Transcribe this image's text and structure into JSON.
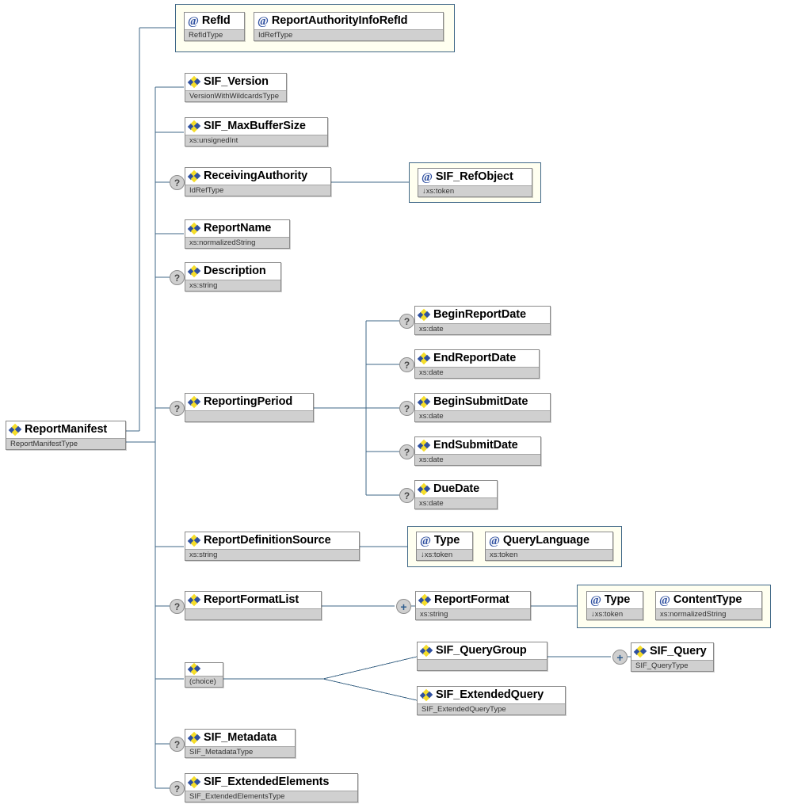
{
  "diagram": {
    "title": "ReportManifest",
    "kind": "xsd-element-tree",
    "colors": {
      "line": "#3f6787",
      "node_border": "#8a8a8a",
      "type_bar": "#d0d0d0",
      "attr_panel_bg": "#fffff0",
      "attr_panel_border": "#3f6787",
      "icon_blue": "#2f50a0",
      "icon_yellow": "#f5dd29",
      "occurrence_bg": "#cfcfcf"
    },
    "root": {
      "name": "ReportManifest",
      "type": "ReportManifestType",
      "icon": "element-icon",
      "optional": false
    },
    "attribute_groups": [
      {
        "id": "root-attrs",
        "attributes": [
          {
            "name": "RefId",
            "type": "RefIdType",
            "icon": "attribute-icon"
          },
          {
            "name": "ReportAuthorityInfoRefId",
            "type": "IdRefType",
            "icon": "attribute-icon"
          }
        ]
      },
      {
        "id": "receivingauthority-attrs",
        "attributes": [
          {
            "name": "SIF_RefObject",
            "type": "↓xs:token",
            "icon": "attribute-icon"
          }
        ]
      },
      {
        "id": "reportdefinitionsource-attrs",
        "attributes": [
          {
            "name": "Type",
            "type": "↓xs:token",
            "icon": "attribute-icon"
          },
          {
            "name": "QueryLanguage",
            "type": "xs:token",
            "icon": "attribute-icon"
          }
        ]
      },
      {
        "id": "reportformat-attrs",
        "attributes": [
          {
            "name": "Type",
            "type": "↓xs:token",
            "icon": "attribute-icon"
          },
          {
            "name": "ContentType",
            "type": "xs:normalizedString",
            "icon": "attribute-icon"
          }
        ]
      }
    ],
    "elements": [
      {
        "id": "sif_version",
        "name": "SIF_Version",
        "type": "VersionWithWildcardsType",
        "occurrence": "",
        "icon": "element-icon"
      },
      {
        "id": "sif_maxbuffersize",
        "name": "SIF_MaxBufferSize",
        "type": "xs:unsignedInt",
        "occurrence": "",
        "icon": "element-icon"
      },
      {
        "id": "receivingauthority",
        "name": "ReceivingAuthority",
        "type": "IdRefType",
        "occurrence": "?",
        "icon": "element-icon"
      },
      {
        "id": "reportname",
        "name": "ReportName",
        "type": "xs:normalizedString",
        "occurrence": "",
        "icon": "element-icon"
      },
      {
        "id": "description",
        "name": "Description",
        "type": "xs:string",
        "occurrence": "?",
        "icon": "element-icon"
      },
      {
        "id": "reportingperiod",
        "name": "ReportingPeriod",
        "type": "",
        "occurrence": "?",
        "icon": "element-icon"
      },
      {
        "id": "beginreportdate",
        "name": "BeginReportDate",
        "type": "xs:date",
        "occurrence": "?",
        "icon": "element-icon"
      },
      {
        "id": "endreportdate",
        "name": "EndReportDate",
        "type": "xs:date",
        "occurrence": "?",
        "icon": "element-icon"
      },
      {
        "id": "beginsubmitdate",
        "name": "BeginSubmitDate",
        "type": "xs:date",
        "occurrence": "?",
        "icon": "element-icon"
      },
      {
        "id": "endsubmitdate",
        "name": "EndSubmitDate",
        "type": "xs:date",
        "occurrence": "?",
        "icon": "element-icon"
      },
      {
        "id": "duedate",
        "name": "DueDate",
        "type": "xs:date",
        "occurrence": "?",
        "icon": "element-icon"
      },
      {
        "id": "reportdefinitionsource",
        "name": "ReportDefinitionSource",
        "type": "xs:string",
        "occurrence": "",
        "icon": "element-icon"
      },
      {
        "id": "reportformatlist",
        "name": "ReportFormatList",
        "type": "",
        "occurrence": "?",
        "icon": "element-icon"
      },
      {
        "id": "reportformat",
        "name": "ReportFormat",
        "type": "xs:string",
        "occurrence": "+",
        "icon": "element-icon"
      },
      {
        "id": "choice",
        "name": "",
        "type": "(choice)",
        "occurrence": "",
        "icon": "element-icon"
      },
      {
        "id": "sif_querygroup",
        "name": "SIF_QueryGroup",
        "type": "",
        "occurrence": "",
        "icon": "element-icon"
      },
      {
        "id": "sif_query",
        "name": "SIF_Query",
        "type": "SIF_QueryType",
        "occurrence": "+",
        "icon": "element-icon"
      },
      {
        "id": "sif_extendedquery",
        "name": "SIF_ExtendedQuery",
        "type": "SIF_ExtendedQueryType",
        "occurrence": "",
        "icon": "element-icon"
      },
      {
        "id": "sif_metadata",
        "name": "SIF_Metadata",
        "type": "SIF_MetadataType",
        "occurrence": "?",
        "icon": "element-icon"
      },
      {
        "id": "sif_extendedelements",
        "name": "SIF_ExtendedElements",
        "type": "SIF_ExtendedElementsType",
        "occurrence": "?",
        "icon": "element-icon"
      }
    ]
  }
}
